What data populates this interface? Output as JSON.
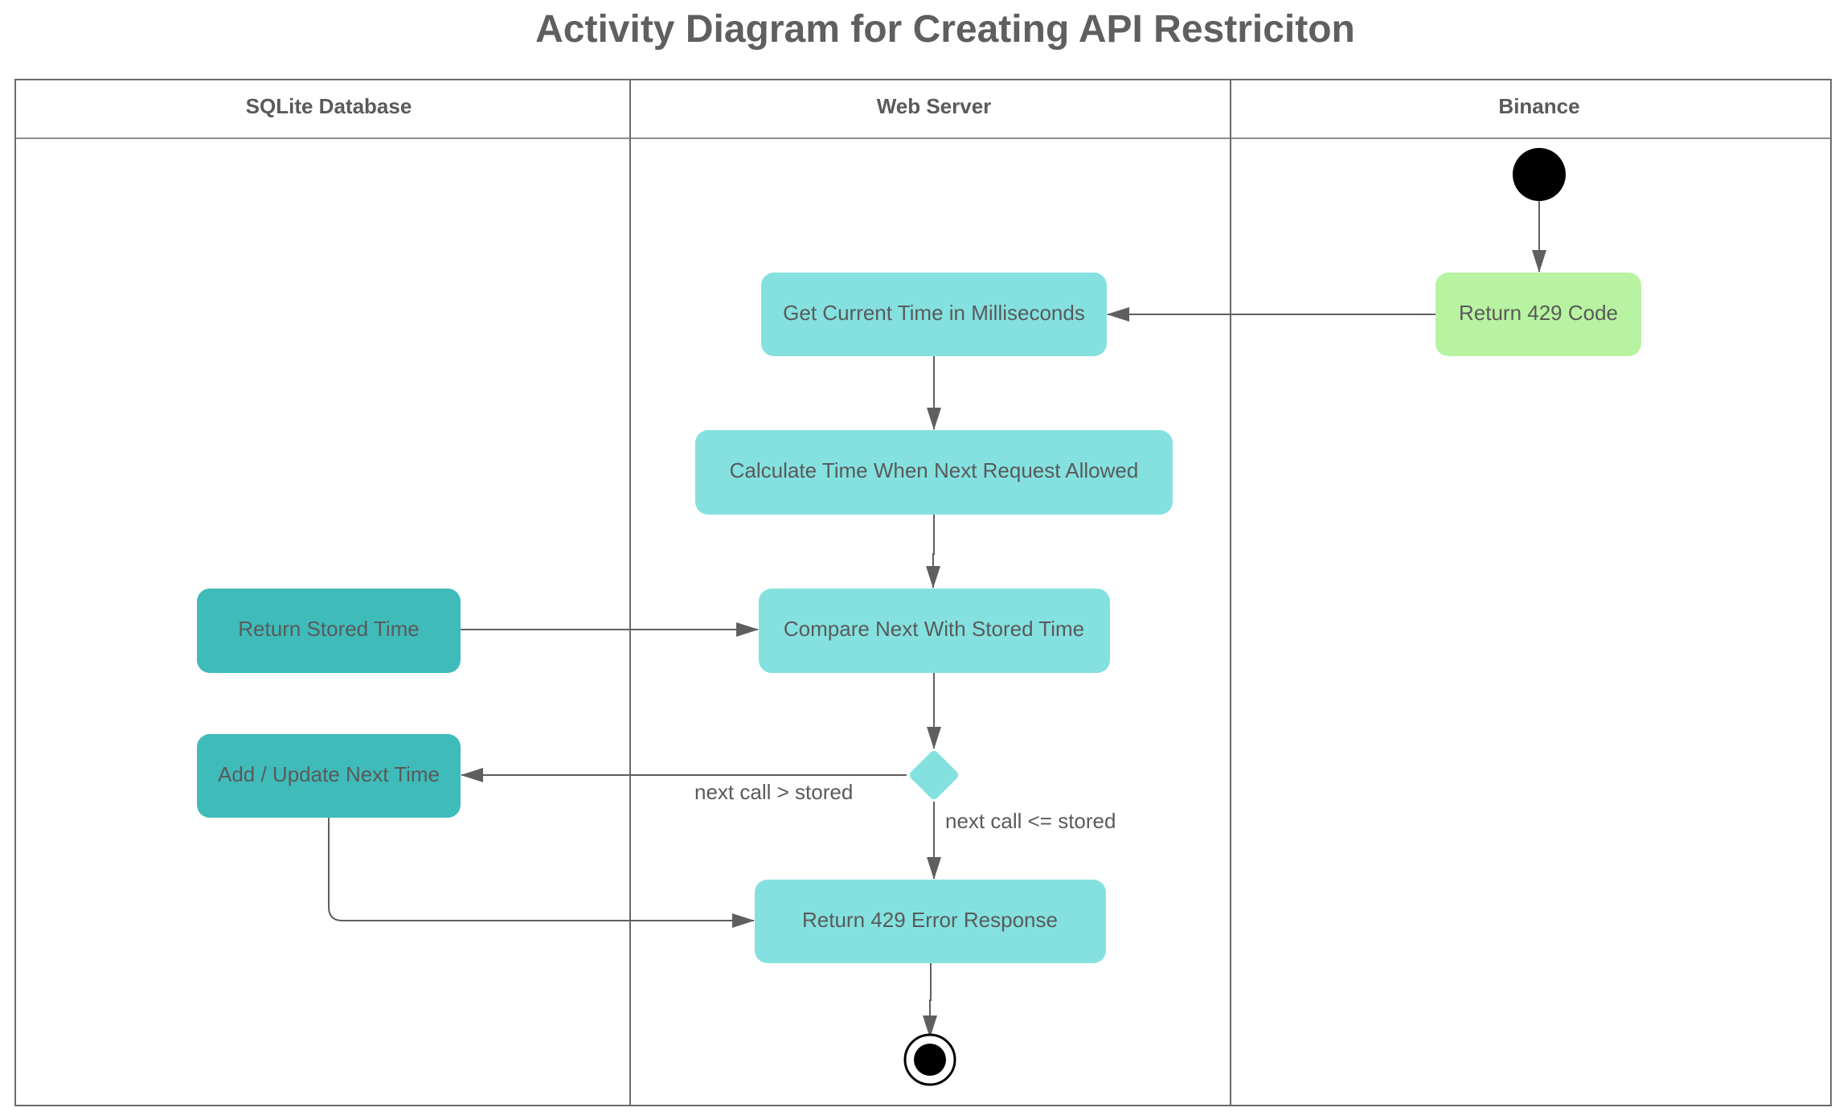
{
  "title": "Activity Diagram for Creating API Restriciton",
  "lanes": [
    "SQLite Database",
    "Web Server",
    "Binance"
  ],
  "nodes": {
    "return_429_code": "Return 429 Code",
    "get_current_time": "Get Current Time in Milliseconds",
    "calculate_next": "Calculate Time When Next Request Allowed",
    "compare_stored": "Compare Next With Stored Time",
    "return_stored_time": "Return Stored Time",
    "add_update_next": "Add / Update Next Time",
    "return_429_error": "Return 429 Error Response"
  },
  "edge_labels": {
    "greater": "next call > stored",
    "less_equal": "next call <= stored"
  },
  "colors": {
    "web_server_action": "#84e1e0",
    "database_action": "#3fbbba",
    "binance_action": "#b7f3a1",
    "decision": "#84e1e0",
    "line": "#5f5f5f",
    "node_text": "#5a5a5a"
  }
}
